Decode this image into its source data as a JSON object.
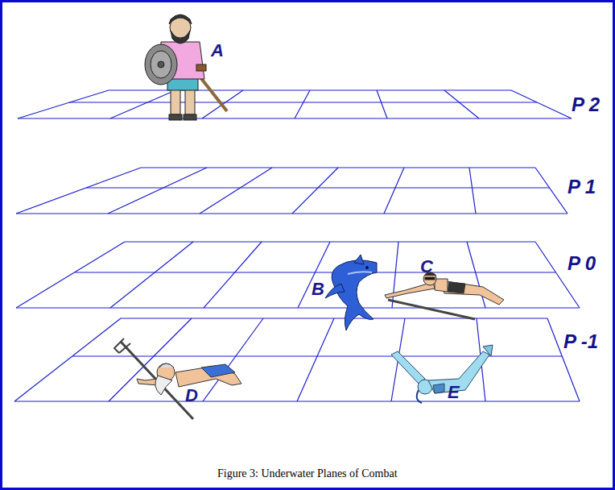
{
  "diagram": {
    "caption": "Figure 3: Underwater Planes of Combat",
    "labels": [
      "A",
      "P 2",
      "P 1",
      "B",
      "C",
      "P 0",
      "P -1",
      "D",
      "E"
    ]
  }
}
